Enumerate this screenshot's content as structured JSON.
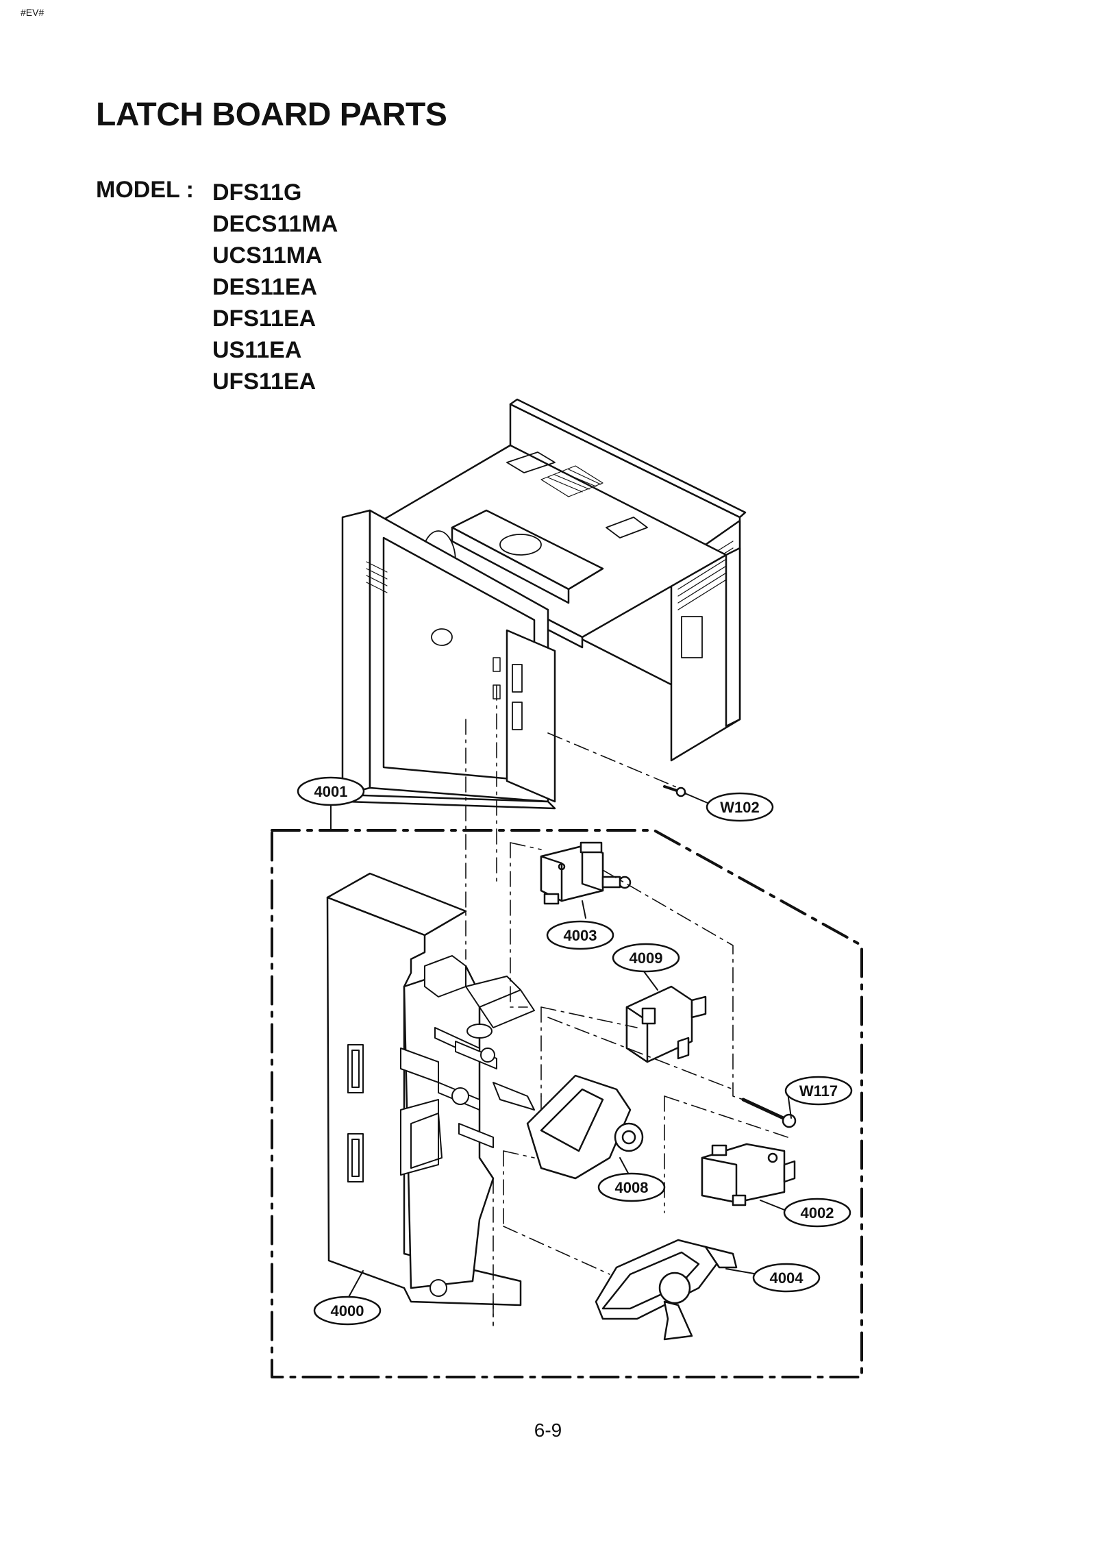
{
  "header_tag": "#EV#",
  "title": "LATCH BOARD PARTS",
  "model_label": "MODEL :",
  "models": [
    "DFS11G",
    "DECS11MA",
    "UCS11MA",
    "DES11EA",
    "DFS11EA",
    "US11EA",
    "UFS11EA"
  ],
  "callouts": {
    "c4001": "4001",
    "cW102": "W102",
    "c4003": "4003",
    "c4009": "4009",
    "cW117": "W117",
    "c4008": "4008",
    "c4002": "4002",
    "c4004": "4004",
    "c4000": "4000"
  },
  "page_number": "6-9"
}
